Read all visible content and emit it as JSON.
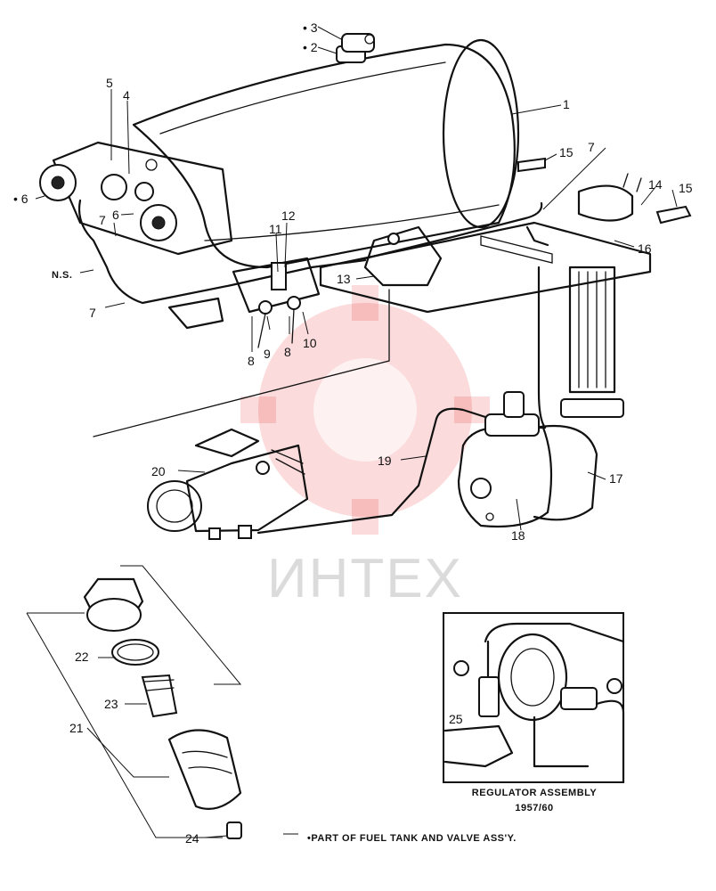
{
  "callouts": {
    "c1": "1",
    "c2": "• 2",
    "c3": "• 3",
    "c4": "4",
    "c5": "5",
    "c6a": "• 6",
    "c6b": "6",
    "c7a": "7",
    "c7b": "7",
    "c7c": "7",
    "ns": "N.S.",
    "c8a": "8",
    "c8b": "8",
    "c9": "9",
    "c10": "10",
    "c11": "11",
    "c12": "12",
    "c13": "13",
    "c14": "14",
    "c15a": "15",
    "c15b": "15",
    "c16": "16",
    "c17": "17",
    "c18": "18",
    "c19": "19",
    "c20": "20",
    "c21": "21",
    "c22": "22",
    "c23": "23",
    "c24": "24",
    "c25": "25"
  },
  "inset": {
    "caption_line1": "REGULATOR ASSEMBLY",
    "caption_line2": "1957/60"
  },
  "footnote": "•PART OF FUEL TANK AND VALVE ASS'Y.",
  "watermark": {
    "text": "ИНТЕХ",
    "color": "#e83a3a"
  }
}
